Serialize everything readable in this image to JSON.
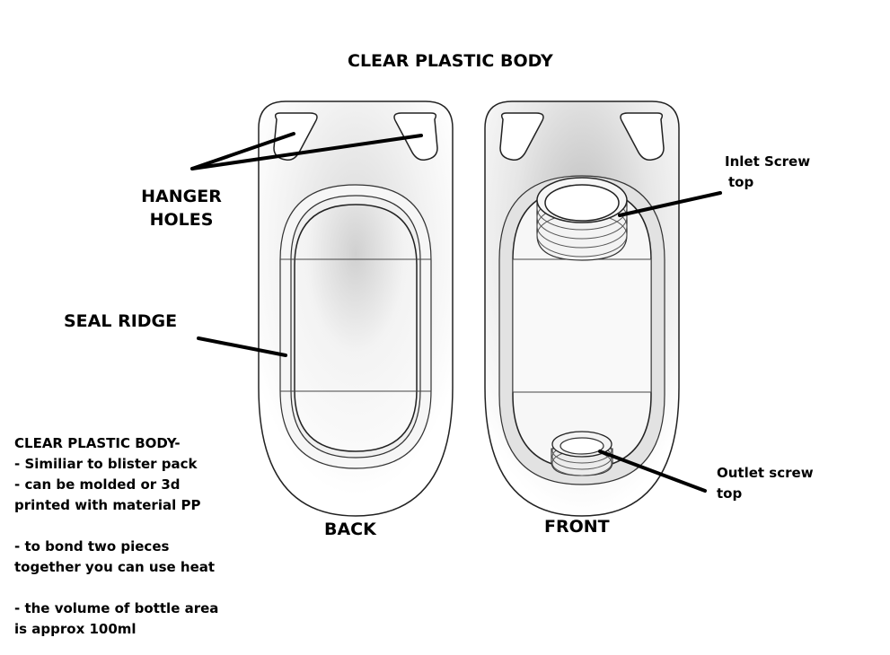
{
  "title": "CLEAR PLASTIC BODY",
  "labels": {
    "hanger_holes_line1": "HANGER",
    "hanger_holes_line2": "HOLES",
    "seal_ridge": "SEAL RIDGE",
    "back": "BACK",
    "front": "FRONT",
    "inlet_line1": "Inlet Screw",
    "inlet_line2": "top",
    "outlet_line1": "Outlet screw",
    "outlet_line2": "top"
  },
  "notes": [
    "CLEAR PLASTIC BODY-",
    "- Similiar to blister pack",
    "- can be molded or 3d",
    "printed with material PP",
    "",
    "- to bond two pieces",
    "together you can use heat",
    "",
    "- the volume of bottle area",
    "is approx 100ml"
  ]
}
